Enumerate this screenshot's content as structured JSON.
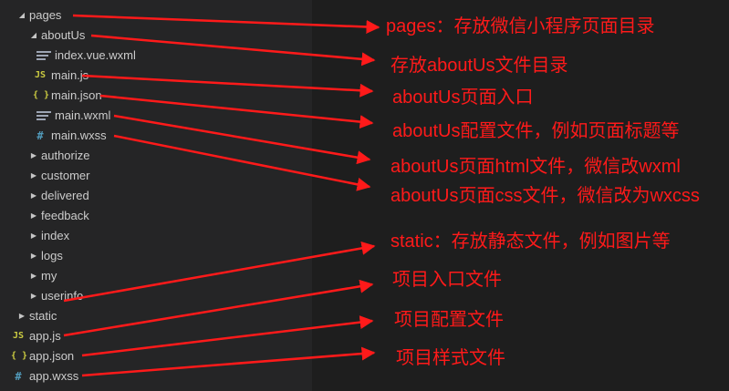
{
  "colors": {
    "sidebar_bg": "#252526",
    "editor_bg": "#1e1e1e",
    "text": "#cccccc",
    "annotation": "#ff1a1a",
    "js_icon": "#cbcb41",
    "wxss_icon": "#519aba"
  },
  "tree": {
    "pages": "pages",
    "aboutUs": "aboutUs",
    "index_vue_wxml": "index.vue.wxml",
    "main_js": "main.js",
    "main_json": "main.json",
    "main_wxml": "main.wxml",
    "main_wxss": "main.wxss",
    "authorize": "authorize",
    "customer": "customer",
    "delivered": "delivered",
    "feedback": "feedback",
    "index": "index",
    "logs": "logs",
    "my": "my",
    "userinfo": "userinfo",
    "static": "static",
    "app_js": "app.js",
    "app_json": "app.json",
    "app_wxss": "app.wxss"
  },
  "icons": {
    "js": "JS",
    "json": "{ }",
    "wxss": "#"
  },
  "annotations": {
    "pages": "pages：存放微信小程序页面目录",
    "aboutUs": "存放aboutUs文件目录",
    "main_js": "aboutUs页面入口",
    "main_json": "aboutUs配置文件，例如页面标题等",
    "main_wxml": "aboutUs页面html文件，微信改wxml",
    "main_wxss": "aboutUs页面css文件，微信改为wxcss",
    "static": "static：存放静态文件，例如图片等",
    "app_js": "项目入口文件",
    "app_json": "项目配置文件",
    "app_wxss": "项目样式文件"
  }
}
